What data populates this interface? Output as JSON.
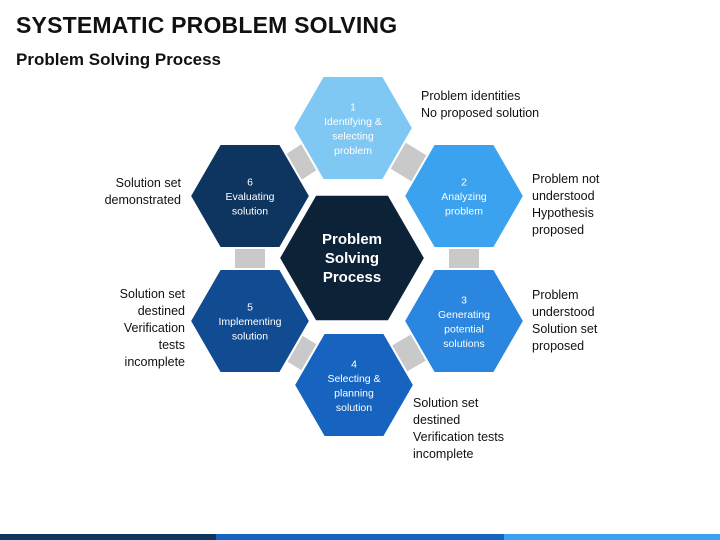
{
  "header": {
    "title": "SYSTEMATIC PROBLEM SOLVING",
    "subtitle": "Problem Solving Process"
  },
  "center": {
    "lines": [
      "Problem",
      "Solving",
      "Process"
    ],
    "color": "#0c2237"
  },
  "steps": [
    {
      "number": "1",
      "lines": [
        "Identifying &",
        "selecting",
        "problem"
      ],
      "color": "#7fc8f4"
    },
    {
      "number": "2",
      "lines": [
        "Analyzing",
        "problem"
      ],
      "color": "#3aa2ee"
    },
    {
      "number": "3",
      "lines": [
        "Generating",
        "potential",
        "solutions"
      ],
      "color": "#2a86de"
    },
    {
      "number": "4",
      "lines": [
        "Selecting &",
        "planning",
        "solution"
      ],
      "color": "#1764c0"
    },
    {
      "number": "5",
      "lines": [
        "Implementing",
        "solution"
      ],
      "color": "#114c93"
    },
    {
      "number": "6",
      "lines": [
        "Evaluating",
        "solution"
      ],
      "color": "#0e3560"
    }
  ],
  "notes": [
    {
      "lines": [
        "Problem identities",
        "No proposed solution"
      ]
    },
    {
      "lines": [
        "Problem not",
        "understood",
        "Hypothesis",
        "proposed"
      ]
    },
    {
      "lines": [
        "Problem",
        "understood",
        "Solution set",
        "proposed"
      ]
    },
    {
      "lines": [
        "Solution set",
        "destined",
        "Verification tests",
        "incomplete"
      ]
    },
    {
      "lines": [
        "Solution set",
        "destined",
        "Verification",
        "tests",
        "incomplete"
      ]
    },
    {
      "lines": [
        "Solution set",
        "demonstrated"
      ]
    }
  ],
  "colors": {
    "connector": "#c9c9c9",
    "bottom_bar": [
      "#0e3560",
      "#1764c0",
      "#3aa2ee"
    ]
  }
}
